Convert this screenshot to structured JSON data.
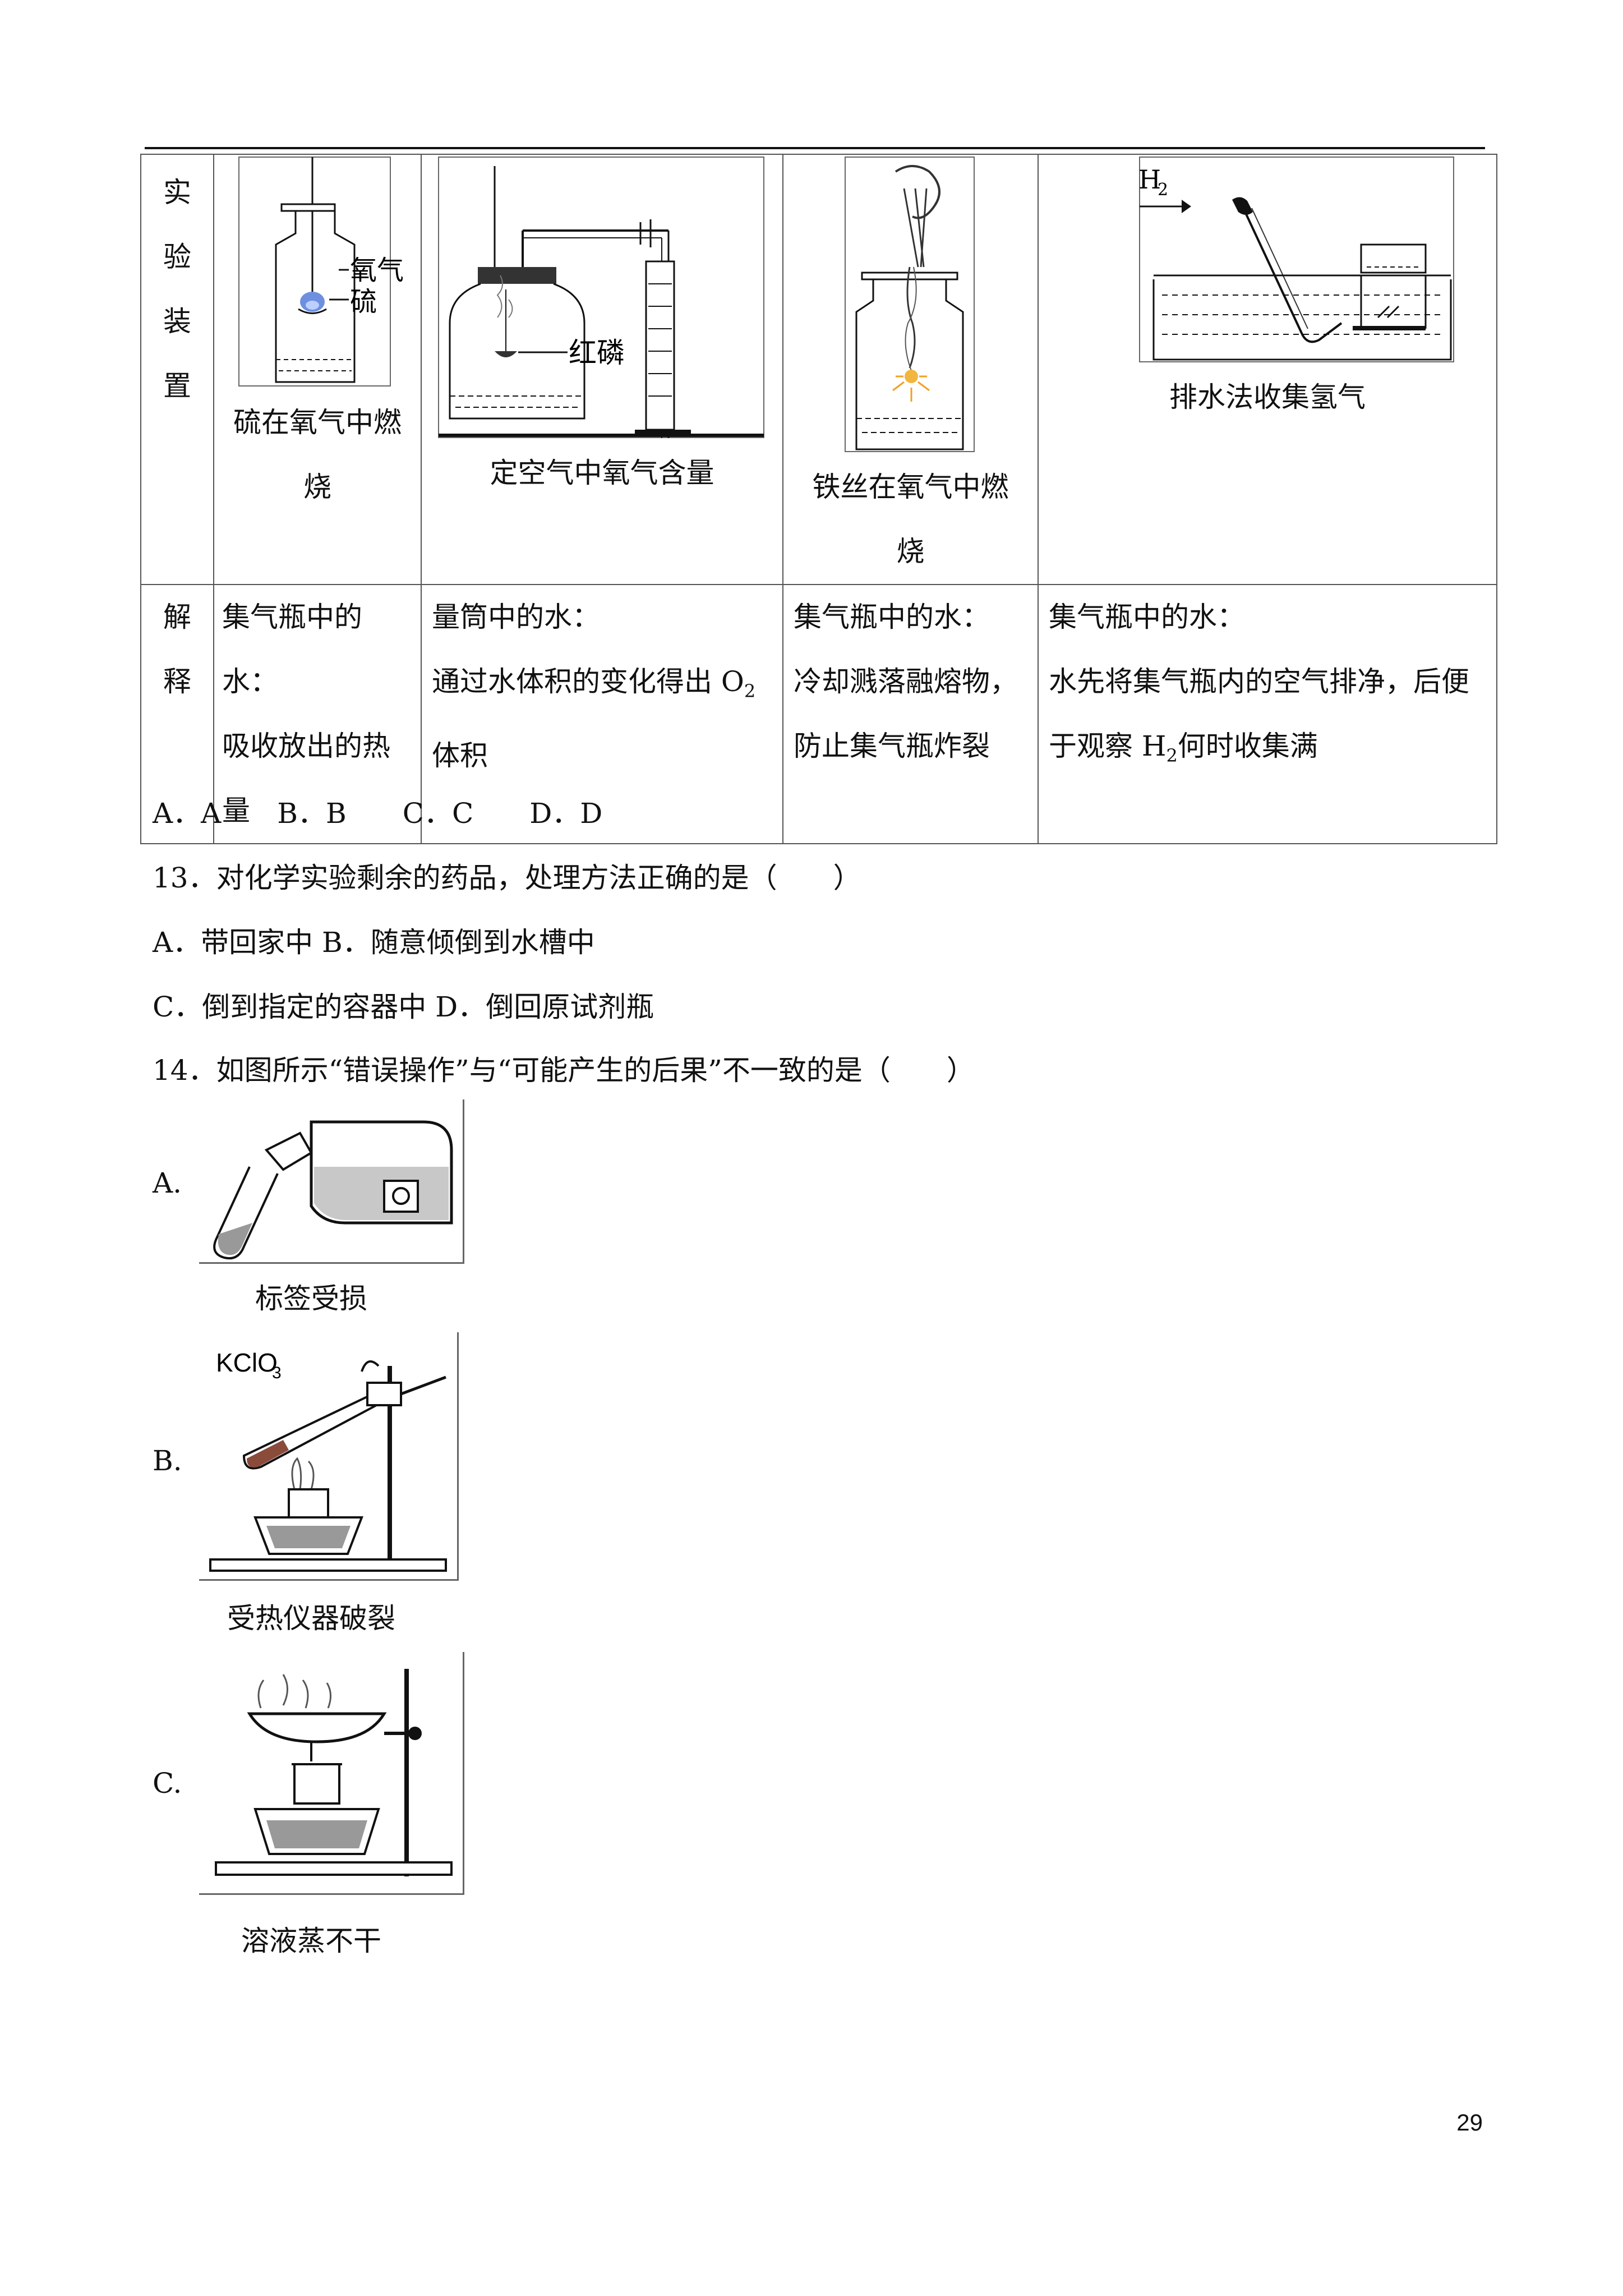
{
  "table": {
    "row1_head": [
      "实",
      "验",
      "装",
      "置"
    ],
    "row2_head": [
      "解",
      "释"
    ],
    "col_a": {
      "caption_lines": [
        "硫在氧气中燃",
        "烧"
      ],
      "fig_labels": [
        "氧气",
        "硫"
      ],
      "explain_lines": [
        "集气瓶中的水：",
        "吸收放出的热",
        "量"
      ]
    },
    "col_b": {
      "caption": "定空气中氧气含量",
      "fig_label": "红磷",
      "explain_line1": "量筒中的水：",
      "explain_line2_pre": "通过水体积的变化得出 O",
      "explain_line2_sub": "2",
      "explain_line3": "体积"
    },
    "col_c": {
      "caption_lines": [
        "铁丝在氧气中燃",
        "烧"
      ],
      "explain_lines": [
        "集气瓶中的水：",
        "冷却溅落融熔物，",
        "防止集气瓶炸裂"
      ]
    },
    "col_d": {
      "caption": "排水法收集氢气",
      "fig_label_main": "H",
      "fig_label_sub": "2",
      "explain_line1": "集气瓶中的水：",
      "explain_line2": "水先将集气瓶内的空气排净，后便",
      "explain_line3_pre": "于观察 H",
      "explain_line3_sub": "2",
      "explain_line3_post": "何时收集满"
    }
  },
  "q12_options": "A．A　　B．B　　C．C　　D．D",
  "q13": {
    "stem": "13．对化学实验剩余的药品，处理方法正确的是（　　）",
    "line1": "A．带回家中 B．随意倾倒到水槽中",
    "line2": "C．倒到指定的容器中 D．倒回原试剂瓶"
  },
  "q14": {
    "stem": "14．如图所示“错误操作”与“可能产生的后果”不一致的是（　　）",
    "options": [
      {
        "letter": "A.",
        "caption": "标签受损"
      },
      {
        "letter": "B.",
        "caption": "受热仪器破裂",
        "fig_label": "KClO",
        "fig_label_sub": "3"
      },
      {
        "letter": "C.",
        "caption": "溶液蒸不干"
      }
    ]
  },
  "page_number": "29"
}
